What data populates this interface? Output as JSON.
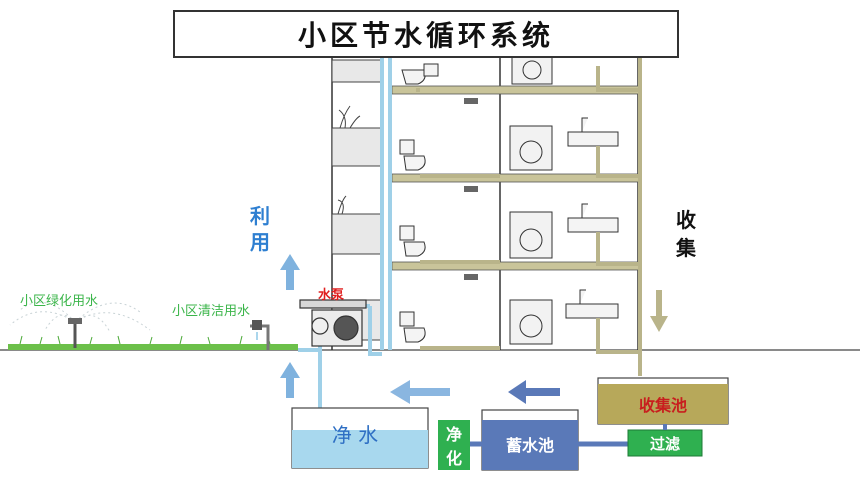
{
  "title": "小区节水循环系统",
  "labels": {
    "use_top": "利",
    "use_bottom": "用",
    "collect_top": "收",
    "collect_bottom": "集",
    "green_water": "小区绿化用水",
    "clean_water": "小区清洁用水",
    "pump": "水泵"
  },
  "tanks": {
    "clean": "净 水",
    "purify_top": "净",
    "purify_bottom": "化",
    "storage": "蓄水池",
    "collect": "收集池",
    "filter": "过滤"
  },
  "colors": {
    "blue_arrow": "#7fb2de",
    "green_text": "#3bb54a",
    "red_text": "#e02020",
    "blue_text": "#2e7fd1",
    "clean_tank": "#a8d8ee",
    "storage_tank": "#5a79b8",
    "collect_tank": "#b7a85a",
    "box_green": "#2fb050",
    "pipe_olive": "#b9b48a",
    "pipe_blue": "#9fd0e8"
  }
}
